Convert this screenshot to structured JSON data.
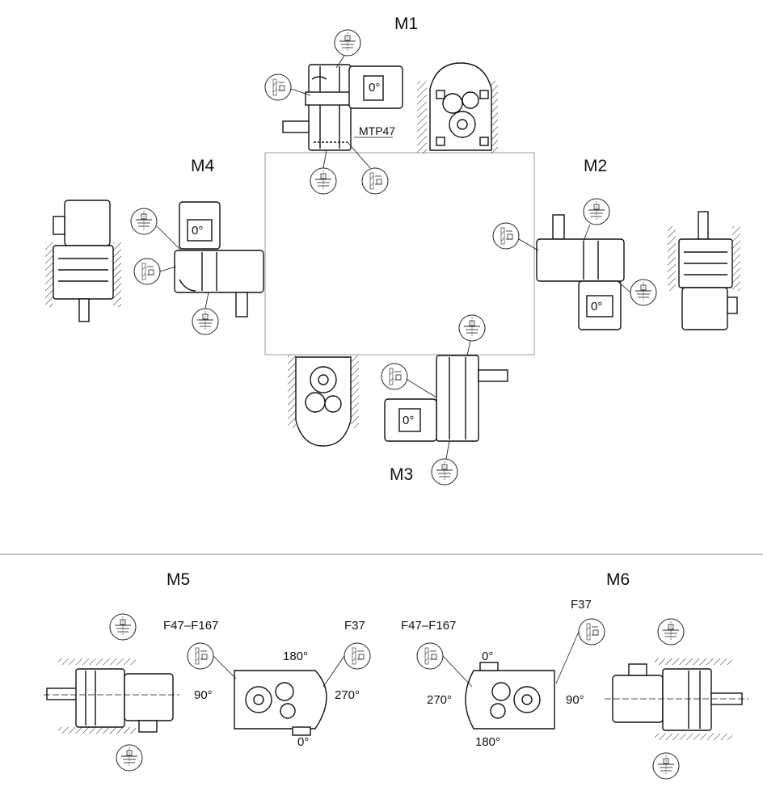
{
  "positions": {
    "m1": "M1",
    "m2": "M2",
    "m3": "M3",
    "m4": "M4",
    "m5": "M5",
    "m6": "M6"
  },
  "motor_angle": "0°",
  "mtp_label": "MTP47",
  "m5_panel": {
    "range_large": "F47–F167",
    "range_small": "F37",
    "angle_top": "180°",
    "angle_left": "90°",
    "angle_right": "270°",
    "angle_bottom": "0°"
  },
  "m6_panel": {
    "range_large": "F47–F167",
    "range_small": "F37",
    "angle_top": "0°",
    "angle_left": "270°",
    "angle_right": "90°",
    "angle_bottom": "180°"
  }
}
